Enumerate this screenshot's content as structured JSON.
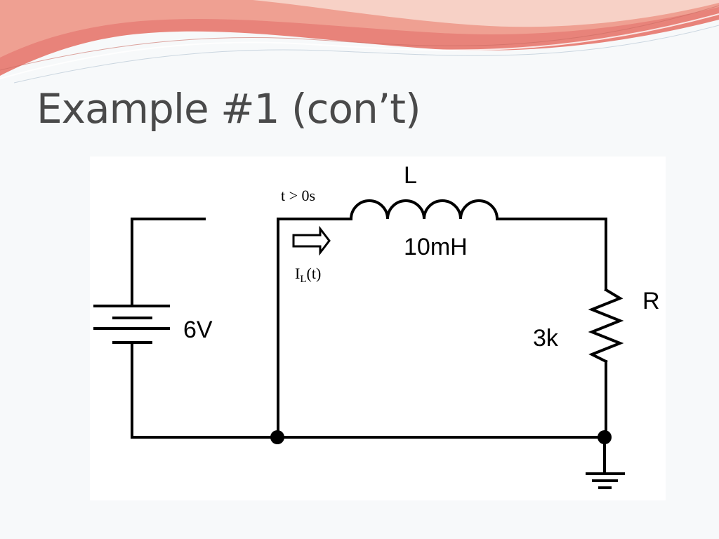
{
  "slide": {
    "title": "Example #1 (con’t)"
  },
  "colors": {
    "wave_main": "#e8837a",
    "wave_light": "#f2b8a8",
    "wave_highlight": "#f8d9cf",
    "title_text": "#4a4a4a",
    "background": "#f7f9fa",
    "diagram_background": "#ffffff",
    "wire": "#000000"
  },
  "circuit": {
    "source_voltage": "6V",
    "time_condition": "t > 0s",
    "current_label_main": "I",
    "current_label_sub": "L",
    "current_label_arg": "(t)",
    "inductor_name": "L",
    "inductor_value": "10mH",
    "resistor_name": "R",
    "resistor_value": "3k"
  },
  "icons": {
    "battery": "battery-icon",
    "inductor": "inductor-coil-icon",
    "resistor": "resistor-zigzag-icon",
    "ground": "ground-icon",
    "current_arrow": "arrow-right-icon"
  }
}
